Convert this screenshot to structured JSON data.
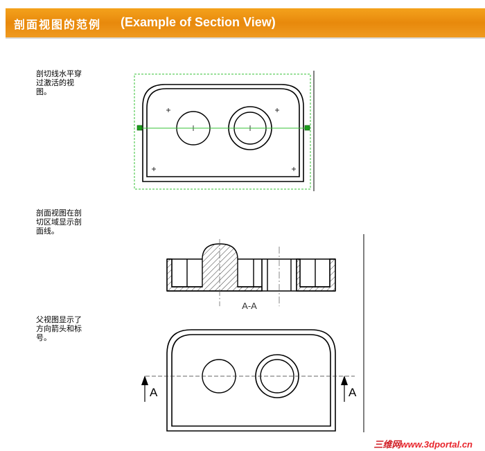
{
  "header": {
    "title_cn": "剖面视图的范例",
    "title_en": "(Example of Section View)"
  },
  "notes": [
    {
      "line1": "剖切线水平穿",
      "line2": "过激活的视",
      "line3": "图。"
    },
    {
      "line1": "剖面视图在剖",
      "line2": "切区域显示剖",
      "line3": "面线。"
    },
    {
      "line1": "父视图显示了",
      "line2": "方向箭头和标",
      "line3": "号。"
    }
  ],
  "section_view": {
    "label": "A-A"
  },
  "parent_view": {
    "arrow_left_label": "A",
    "arrow_right_label": "A"
  },
  "watermark": {
    "logo": "三维网",
    "url": "www.3dportal.cn"
  },
  "colors": {
    "header_orange": "#ee9318",
    "section_line_green": "#34c234",
    "watermark_red": "#e8242b"
  }
}
